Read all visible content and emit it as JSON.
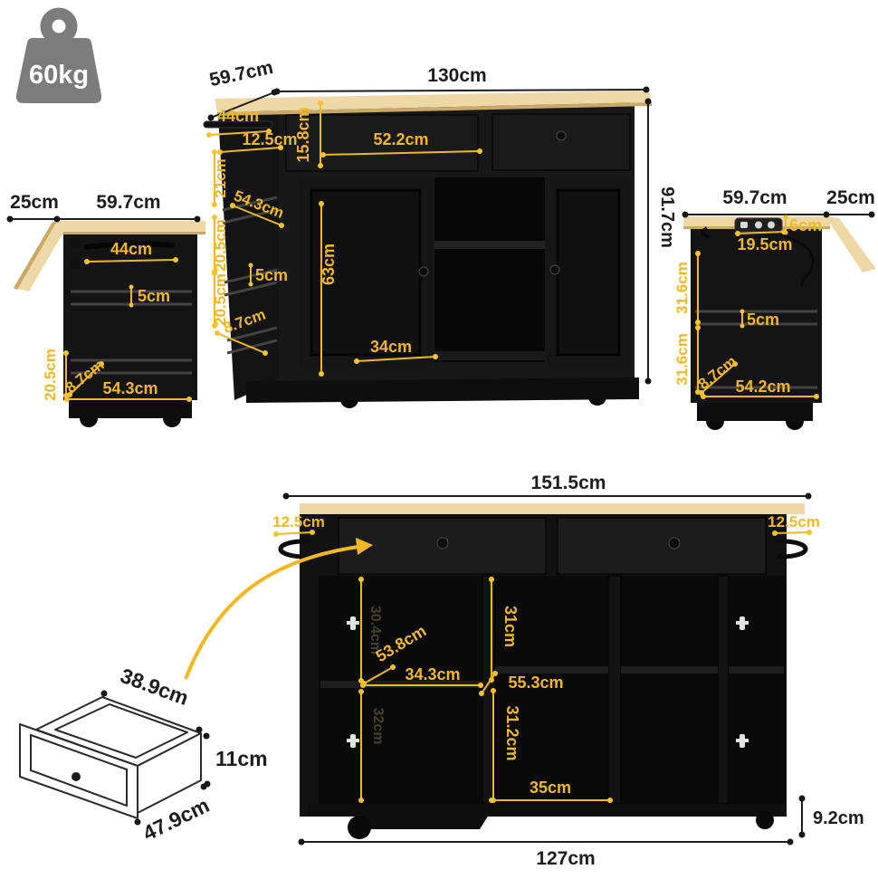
{
  "weight_capacity": "60kg",
  "front_view": {
    "top_depth": "59.7cm",
    "top_width": "130cm",
    "towel_bar_width": "44cm",
    "spice_rack_depth": "12.5cm",
    "drawer_height": "15.8cm",
    "drawer_width": "52.2cm",
    "top_shelf_gap": "21cm",
    "shelf_width": "54.3cm",
    "middle_shelf_gap": "20.5cm",
    "shelf_lip_height": "5cm",
    "bottom_shelf_gap": "20.5cm",
    "shelf_depth": "8.7cm",
    "cabinet_interior_height": "63cm",
    "door_width": "34cm",
    "total_height": "91.7cm"
  },
  "left_view": {
    "drop_leaf_depth": "25cm",
    "top_depth": "59.7cm",
    "towel_bar_width": "44cm",
    "shelf_lip_height": "5cm",
    "bottom_shelf_gap": "20.5cm",
    "shelf_depth": "8.7cm",
    "base_width": "54.3cm"
  },
  "right_view": {
    "top_depth": "59.7cm",
    "drop_leaf_depth": "25cm",
    "outlet_height": "6cm",
    "outlet_width": "19.5cm",
    "upper_section_height": "31.6cm",
    "shelf_lip_height": "5cm",
    "lower_section_height": "31.6cm",
    "shelf_depth": "8.7cm",
    "base_width": "54.2cm"
  },
  "back_open_view": {
    "top_width": "151.5cm",
    "left_handle_depth": "12.5cm",
    "right_handle_depth": "12.5cm",
    "left_upper_height": "30.4cm",
    "left_lower_height": "32cm",
    "left_diagonal_depth": "53.8cm",
    "left_compartment_width": "34.3cm",
    "middle_upper_height": "31cm",
    "middle_lower_height": "31.2cm",
    "middle_diagonal_depth": "55.3cm",
    "middle_compartment_width": "35cm",
    "base_width": "127cm",
    "caster_height": "9.2cm"
  },
  "drawer_detail": {
    "width": "38.9cm",
    "height": "11cm",
    "depth": "47.9cm"
  }
}
